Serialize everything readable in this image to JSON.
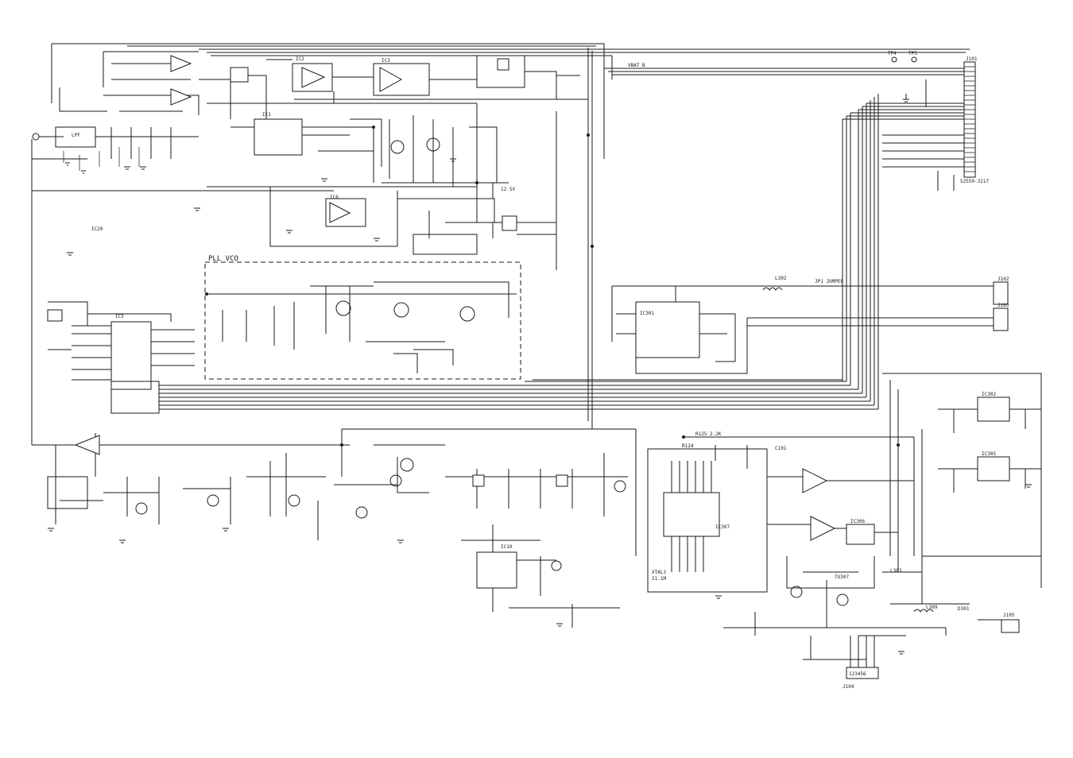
{
  "sheet": {
    "block_label": "PLL VCO",
    "labels": {
      "ic1": "IC1",
      "ic2": "IC2",
      "ic3": "IC3",
      "ic5": "IC5",
      "ic6": "IC6",
      "ic10": "IC10",
      "ic20": "IC20",
      "ic301": "IC301",
      "ic302": "IC302",
      "ic305": "IC305",
      "ic306": "IC306",
      "ic307": "IC307",
      "j101": "J101",
      "j102": "J102",
      "j103": "J103",
      "j104": "J104",
      "j105": "J105",
      "tp4": "TP4",
      "tp5": "TP5",
      "vbat_b": "VBAT B",
      "v12": "12.5V",
      "jp1": "JP1 JUMPER",
      "connector": "52559-3217",
      "xtal": "XTAL3",
      "freq": "21.1M",
      "lpf": "LPF",
      "r124": "R124",
      "r125": "R125 2.2K",
      "c101": "C101",
      "d301": "D301",
      "l302": "L302",
      "l303": "L303",
      "l309": "L309",
      "tu307": "TU307",
      "pin_row": "123456"
    }
  }
}
